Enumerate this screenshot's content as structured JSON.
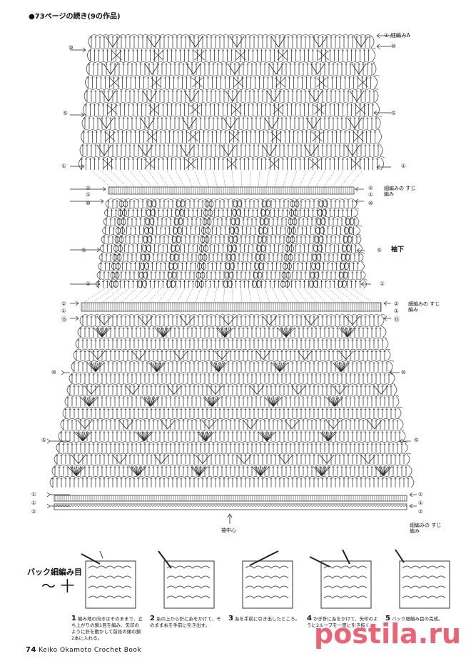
{
  "header": "●73ページの続き(9の作品)",
  "labels": {
    "top_right_1": "① 細編みA",
    "top_right_2": "⑩",
    "left_10a": "⑩",
    "left_5a": "⑤",
    "right_5a": "⑤",
    "left_1a": "①",
    "right_1a": "①",
    "left_2b": "②",
    "left_1b": "①",
    "left_10b": "⑩",
    "right_2b": "②",
    "right_1b": "①",
    "right_10b": "⑩",
    "right_note_b": "細編みの すじ編み",
    "sleeve_label": "袖下",
    "left_5b": "⑤",
    "right_5b": "⑤",
    "left_1c": "①",
    "right_1c": "①",
    "left_2c": "②",
    "left_1d": "①",
    "left_15": "⑮",
    "right_2c": "②",
    "right_1d": "①",
    "right_15": "⑮",
    "right_note_c": "細編みの すじ編み",
    "left_10c": "⑩",
    "right_10c": "⑩",
    "left_5c": "⑤",
    "right_5c": "⑤",
    "left_1e": "①",
    "right_1e": "①",
    "left_1f": "①",
    "left_2f": "②",
    "right_1f": "①",
    "right_2f": "②",
    "right_note_f": "細編みの すじ編み",
    "center_label": "袖中心"
  },
  "legend": {
    "title": "バック細編み目",
    "symbol": "〜 十"
  },
  "steps": [
    {
      "num": "1",
      "text": "編み地の向きはそのままで、立ち上がりの鎖1目を編み、矢印のように針を動かして前段の頭の鎖2本に入れる。"
    },
    {
      "num": "2",
      "text": "糸の上から針に糸をかけて、そのまま糸を手前に引き出す。"
    },
    {
      "num": "3",
      "text": "糸を手前に引き出したところ。"
    },
    {
      "num": "4",
      "text": "かぎ針に糸をかけて、矢印のように2ループを一度に引き抜く。"
    },
    {
      "num": "5",
      "text": "バック細編み目の完成。"
    }
  ],
  "footer": {
    "page": "74",
    "title": "Keiko Okamoto Crochet Book"
  },
  "watermark": "postila.ru"
}
